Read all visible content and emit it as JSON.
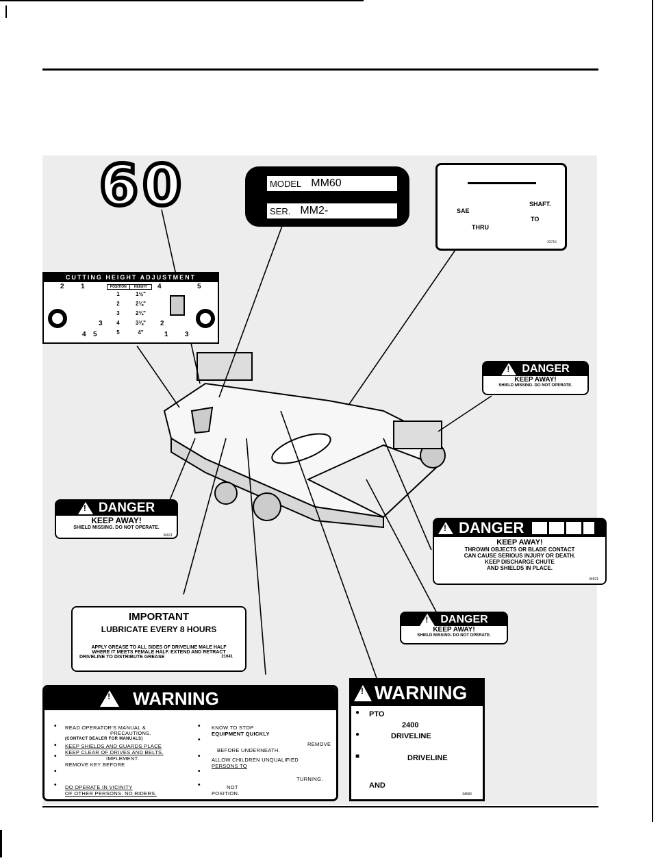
{
  "decal_60": {
    "text": "60"
  },
  "model_plate": {
    "model_label": "MODEL",
    "model_value": "MM60",
    "ser_label": "SER.",
    "ser_value": "MM2-"
  },
  "pto_decal": {
    "shaft": "SHAFT.",
    "sae": "SAE",
    "to": "TO",
    "thru": "THRU",
    "code": "33716"
  },
  "cutting_height": {
    "title": "CUTTING HEIGHT ADJUSTMENT",
    "col_position": "POSITION",
    "col_height": "HEIGHT",
    "rows": [
      {
        "position": "1",
        "height": "1½\""
      },
      {
        "position": "2",
        "height": "2⅛\""
      },
      {
        "position": "3",
        "height": "2¾\""
      },
      {
        "position": "4",
        "height": "3⅜\""
      },
      {
        "position": "5",
        "height": "4\""
      }
    ],
    "left_nums": [
      "2",
      "1",
      "3",
      "4",
      "5"
    ],
    "right_nums": [
      "4",
      "5",
      "2",
      "1",
      "3"
    ]
  },
  "danger_small": {
    "title": "DANGER",
    "line1": "KEEP AWAY!",
    "line2": "SHIELD MISSING. DO NOT OPERATE.",
    "code": "34921"
  },
  "danger_large": {
    "title": "DANGER",
    "line1": "KEEP AWAY!",
    "line2": "THROWN OBJECTS OR BLADE CONTACT",
    "line3": "CAN CAUSE SERIOUS INJURY OR DEATH.",
    "line4": "KEEP DISCHARGE CHUTE",
    "line5": "AND SHIELDS IN PLACE.",
    "code": "34921"
  },
  "important": {
    "title": "IMPORTANT",
    "line1": "LUBRICATE EVERY 8 HOURS",
    "line2": "APPLY GREASE TO ALL SIDES OF DRIVELINE MALE HALF",
    "line3": "WHERE IT MEETS FEMALE HALF. EXTEND AND RETRACT",
    "line4": "DRIVELINE TO DISTRIBUTE GREASE",
    "code": "21641"
  },
  "warning_left": {
    "title": "WARNING",
    "l1": "READ OPERATOR'S MANUAL &",
    "l2": "PRECAUTIONS.",
    "l3": "(CONTACT DEALER FOR MANUALS)",
    "l4": "KEEP SHIELDS AND GUARDS  PLACE",
    "l5": "KEEP CLEAR OF DRIVES AND BELTS.",
    "l6": "IMPLEMENT.",
    "l7": "REMOVE KEY BEFORE",
    "l8": "DO      OPERATE          IN VICINITY",
    "l9": "OF OTHER PERSONS.  NO RIDERS.",
    "r1": "KNOW        TO STOP",
    "r2": "EQUIPMENT QUICKLY",
    "r3": "REMOVE",
    "r4": "BEFORE                UNDERNEATH.",
    "r5": "ALLOW     CHILDREN     UNQUALIFIED",
    "r6": "PERSONS TO",
    "r7": "TURNING.",
    "r8": "NOT",
    "r9": "POSITION."
  },
  "warning_right": {
    "title": "WARNING",
    "l1": "PTO",
    "l2": "2400",
    "l3": "DRIVELINE",
    "l4": "DRIVELINE",
    "l5": "AND",
    "code": "34583"
  }
}
